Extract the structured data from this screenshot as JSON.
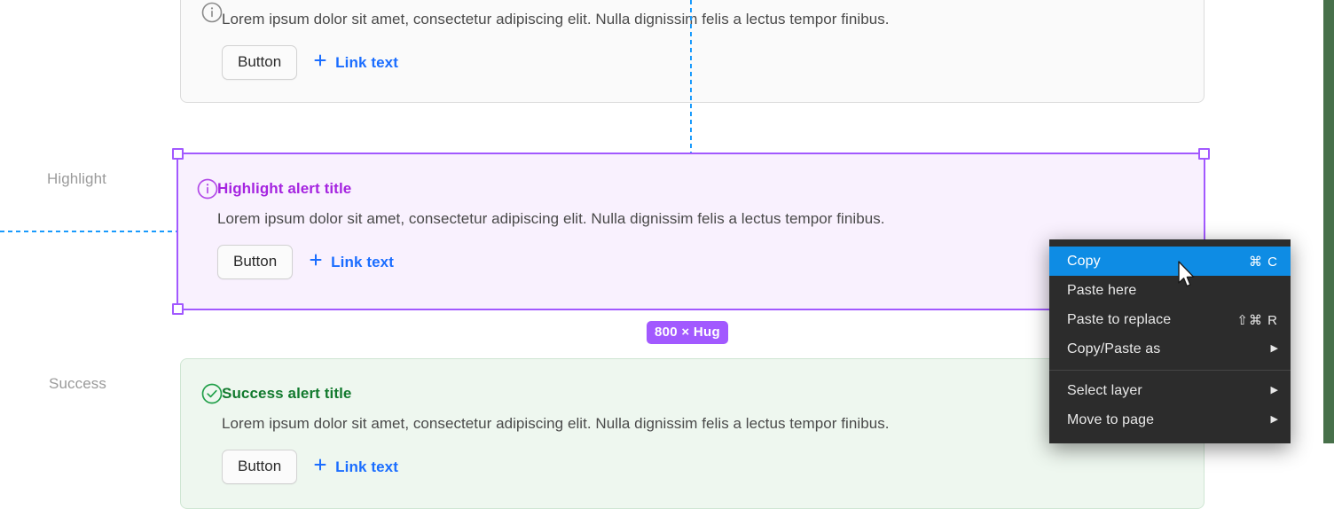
{
  "meta": {
    "accent_purple": "#a259ff",
    "accent_blue": "#1a9bfc",
    "link_blue": "#1a6dff",
    "success_green": "#127a2e",
    "highlight_purple": "#a524e0",
    "menu_bg": "#2c2c2c",
    "menu_selected_bg": "#0e8ce4"
  },
  "rows": {
    "highlight_label": "Highlight",
    "success_label": "Success"
  },
  "alerts": [
    {
      "id": "neutral",
      "icon": "info-icon",
      "title": "",
      "body": "Lorem ipsum dolor sit amet, consectetur adipiscing elit. Nulla dignissim felis a lectus tempor finibus.",
      "button_label": "Button",
      "link_label": "Link text"
    },
    {
      "id": "highlight",
      "icon": "info-icon",
      "title": "Highlight alert title",
      "body": "Lorem ipsum dolor sit amet, consectetur adipiscing elit. Nulla dignissim felis a lectus tempor finibus.",
      "button_label": "Button",
      "link_label": "Link text"
    },
    {
      "id": "success",
      "icon": "check-circle-icon",
      "title": "Success alert title",
      "body": "Lorem ipsum dolor sit amet, consectetur adipiscing elit. Nulla dignissim felis a lectus tempor finibus.",
      "button_label": "Button",
      "link_label": "Link text"
    }
  ],
  "selection": {
    "size_badge": "800 × Hug"
  },
  "context_menu": {
    "items": [
      {
        "label": "Copy",
        "shortcut": "⌘ C",
        "arrow": false,
        "selected": true
      },
      {
        "label": "Paste here",
        "shortcut": "",
        "arrow": false,
        "selected": false
      },
      {
        "label": "Paste to replace",
        "shortcut": "⇧⌘ R",
        "arrow": false,
        "selected": false
      },
      {
        "label": "Copy/Paste as",
        "shortcut": "",
        "arrow": true,
        "selected": false
      }
    ],
    "items2": [
      {
        "label": "Select layer",
        "shortcut": "",
        "arrow": true,
        "selected": false
      },
      {
        "label": "Move to page",
        "shortcut": "",
        "arrow": true,
        "selected": false
      }
    ]
  }
}
